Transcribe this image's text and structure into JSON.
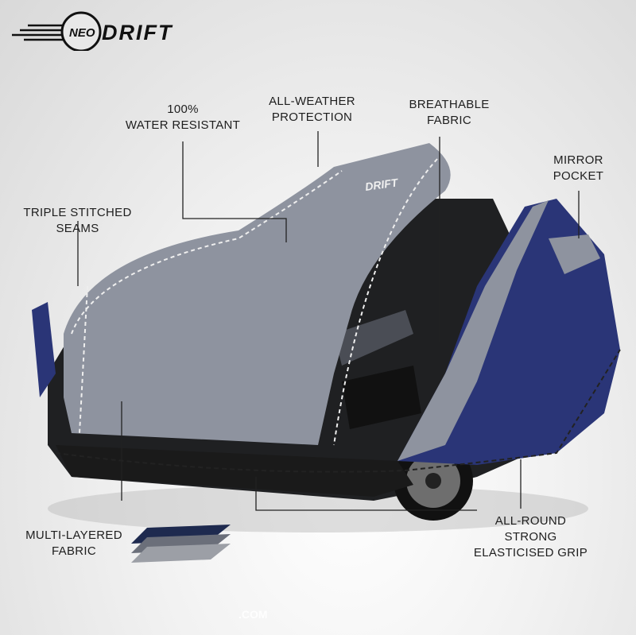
{
  "brand": {
    "logo_text_1": "NEO",
    "logo_text_2": "DRIFT",
    "watermark": ".COM"
  },
  "features": [
    {
      "id": "water",
      "line1": "100%",
      "line2": "WATER RESISTANT"
    },
    {
      "id": "weather",
      "line1": "ALL-WEATHER",
      "line2": "PROTECTION"
    },
    {
      "id": "breathable",
      "line1": "BREATHABLE",
      "line2": "FABRIC"
    },
    {
      "id": "mirror",
      "line1": "MIRROR",
      "line2": "POCKET"
    },
    {
      "id": "seams",
      "line1": "TRIPLE STITCHED",
      "line2": "SEAMS"
    },
    {
      "id": "layered",
      "line1": "MULTI-LAYERED",
      "line2": "FABRIC"
    },
    {
      "id": "grip",
      "line1": "ALL-ROUND",
      "line2": "STRONG",
      "line3": "ELASTICISED GRIP"
    }
  ],
  "colors": {
    "cover_grey": "#8e939f",
    "cover_blue": "#2a3577",
    "car_black": "#1f2022"
  }
}
